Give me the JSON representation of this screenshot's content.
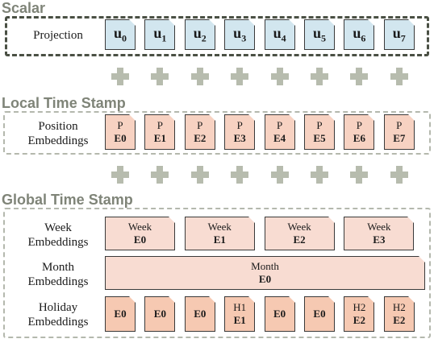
{
  "scalar": {
    "title": "Scalar",
    "label": "Projection",
    "tokens": [
      "0",
      "1",
      "2",
      "3",
      "4",
      "5",
      "6",
      "7"
    ],
    "token_prefix": "u"
  },
  "local": {
    "title": "Local Time Stamp",
    "label_line1": "Position",
    "label_line2": "Embeddings",
    "cards": [
      {
        "top": "P",
        "bottom": "E0"
      },
      {
        "top": "P",
        "bottom": "E1"
      },
      {
        "top": "P",
        "bottom": "E2"
      },
      {
        "top": "P",
        "bottom": "E3"
      },
      {
        "top": "P",
        "bottom": "E4"
      },
      {
        "top": "P",
        "bottom": "E5"
      },
      {
        "top": "P",
        "bottom": "E6"
      },
      {
        "top": "P",
        "bottom": "E7"
      }
    ]
  },
  "global": {
    "title": "Global Time Stamp",
    "week": {
      "label_line1": "Week",
      "label_line2": "Embeddings",
      "cards": [
        {
          "top": "Week",
          "bottom": "E0"
        },
        {
          "top": "Week",
          "bottom": "E1"
        },
        {
          "top": "Week",
          "bottom": "E2"
        },
        {
          "top": "Week",
          "bottom": "E3"
        }
      ]
    },
    "month": {
      "label_line1": "Month",
      "label_line2": "Embeddings",
      "card": {
        "top": "Month",
        "bottom": "E0"
      }
    },
    "holiday": {
      "label_line1": "Holiday",
      "label_line2": "Embeddings",
      "cards": [
        {
          "top": "",
          "bottom": "E0"
        },
        {
          "top": "",
          "bottom": "E0"
        },
        {
          "top": "",
          "bottom": "E0"
        },
        {
          "top": "H1",
          "bottom": "E1"
        },
        {
          "top": "",
          "bottom": "E0"
        },
        {
          "top": "",
          "bottom": "E0"
        },
        {
          "top": "H2",
          "bottom": "E2"
        },
        {
          "top": "H2",
          "bottom": "E2"
        }
      ]
    }
  },
  "colors": {
    "scalar_card": "#d2e6ef",
    "position_card": "#f7d2c2",
    "week_card": "#f8dcd2",
    "holiday_card": "#f6c9b2",
    "title_gray": "#7f8478",
    "plus_gray": "#b7bcae"
  },
  "icons": [
    "plus-icon"
  ]
}
